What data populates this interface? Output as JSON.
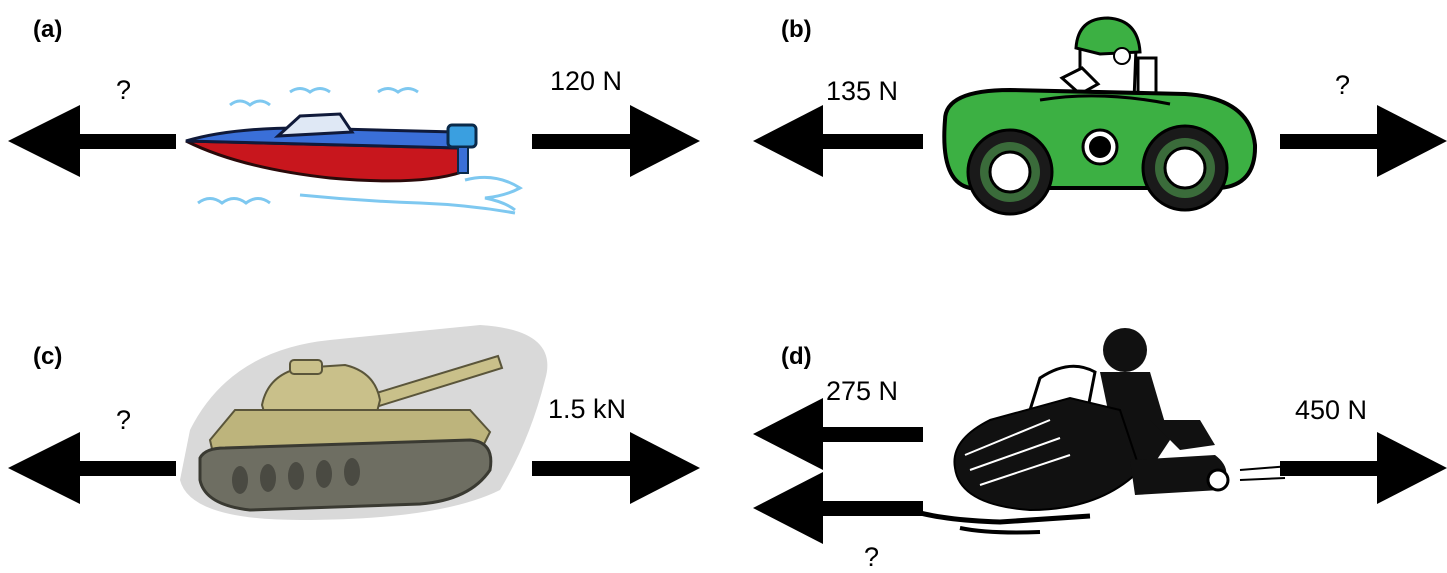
{
  "panels": {
    "a": {
      "label": "(a)",
      "object_icon": "speedboat-icon",
      "left_force": "?",
      "right_force": "120 N"
    },
    "b": {
      "label": "(b)",
      "object_icon": "race-car-icon",
      "left_force": "135 N",
      "right_force": "?"
    },
    "c": {
      "label": "(c)",
      "object_icon": "tank-icon",
      "left_force": "?",
      "right_force": "1.5 kN"
    },
    "d": {
      "label": "(d)",
      "object_icon": "snowmobile-icon",
      "left_force_top": "275 N",
      "left_force_bottom": "?",
      "right_force": "450 N"
    }
  },
  "colors": {
    "arrow": "#000000",
    "boat_hull": "#c8161d",
    "boat_deck": "#3a6fd8",
    "water": "#7ec8f0",
    "car_body": "#3cb043",
    "tank": "#c9c08a",
    "tank_tracks": "#6e6e62",
    "tank_shadow": "#d9d9d9"
  }
}
